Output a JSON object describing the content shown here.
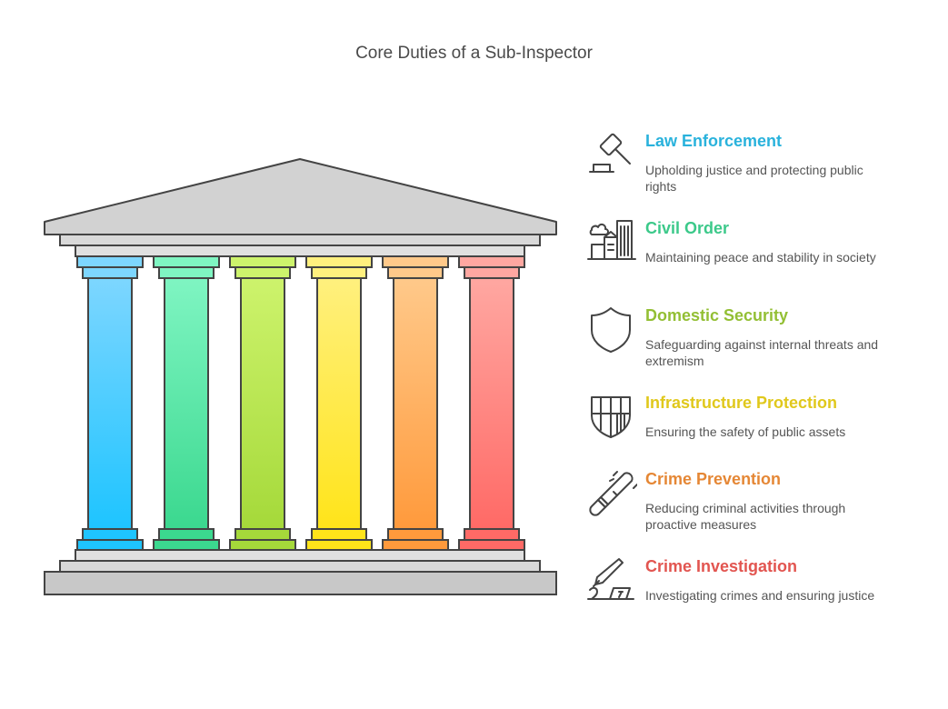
{
  "title": "Core Duties of a Sub-Inspector",
  "pillars": [
    {
      "top": "#7dd6ff",
      "bottom": "#1ec4ff"
    },
    {
      "top": "#7ff5c2",
      "bottom": "#3bd88f"
    },
    {
      "top": "#cdf36c",
      "bottom": "#a5d93a"
    },
    {
      "top": "#fff07e",
      "bottom": "#ffe41a"
    },
    {
      "top": "#ffc98a",
      "bottom": "#ff9a3c"
    },
    {
      "top": "#ffa7a1",
      "bottom": "#ff6a66"
    }
  ],
  "duties": [
    {
      "heading": "Law Enforcement",
      "description": "Upholding justice and protecting public rights",
      "color": "#29b2dc",
      "icon": "gavel-icon"
    },
    {
      "heading": "Civil Order",
      "description": "Maintaining peace and stability in society",
      "color": "#3cc98a",
      "icon": "city-icon"
    },
    {
      "heading": "Domestic Security",
      "description": "Safeguarding against internal threats and extremism",
      "color": "#93bf34",
      "icon": "shield-icon"
    },
    {
      "heading": "Infrastructure Protection",
      "description": "Ensuring the safety of public assets",
      "color": "#e0c81c",
      "icon": "protected-shield-icon"
    },
    {
      "heading": "Crime Prevention",
      "description": "Reducing criminal activities through proactive measures",
      "color": "#e58735",
      "icon": "baton-icon"
    },
    {
      "heading": "Crime Investigation",
      "description": "Investigating crimes and ensuring justice",
      "color": "#e25550",
      "icon": "evidence-knife-icon"
    }
  ]
}
